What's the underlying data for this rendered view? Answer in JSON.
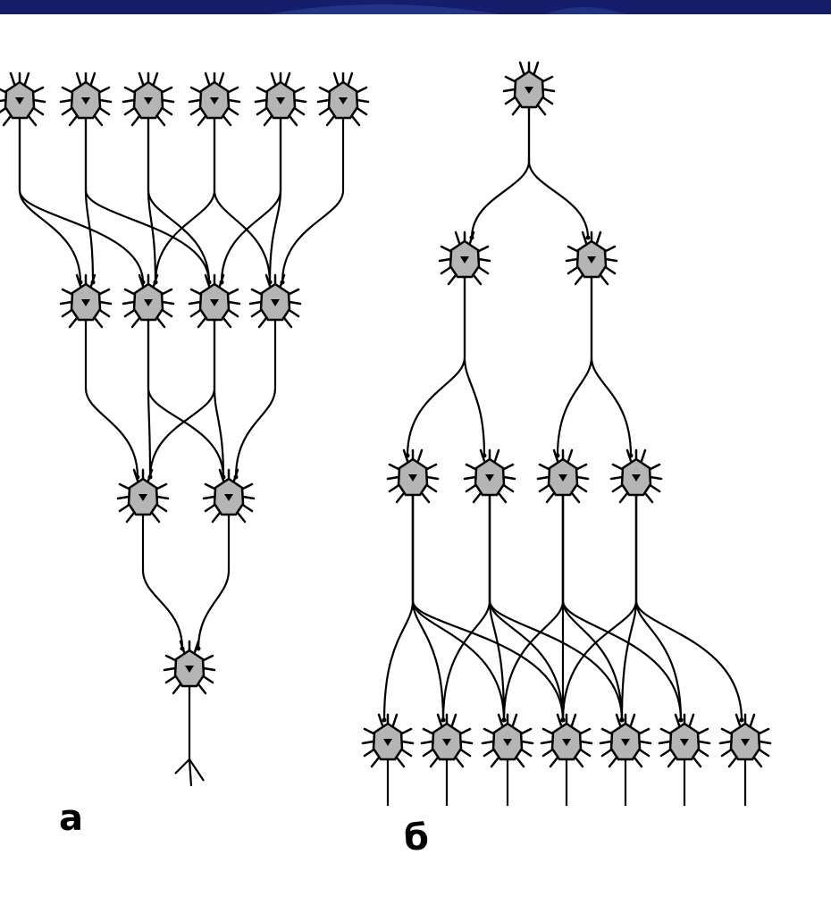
{
  "colors": {
    "banner": "#151e6b",
    "banner_arc": "#2a3990",
    "neuron_fill": "#b5b5b5",
    "line": "#000000",
    "background": "#ffffff"
  },
  "icons": {
    "neuron": "neuron-icon"
  },
  "panels": [
    {
      "id": "a",
      "label": "а",
      "pattern": "convergence",
      "layers": [
        6,
        4,
        2,
        1
      ]
    },
    {
      "id": "b",
      "label": "б",
      "pattern": "divergence",
      "layers": [
        1,
        2,
        4,
        7
      ]
    }
  ]
}
